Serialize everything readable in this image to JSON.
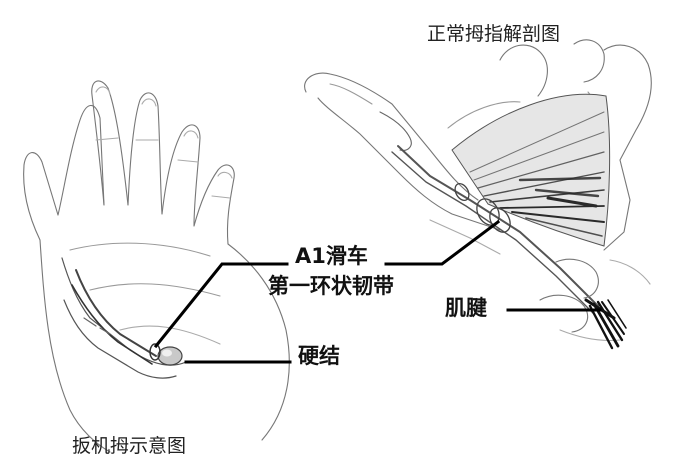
{
  "labels": {
    "normal_thumb": "正常拇指解剖图",
    "trigger_thumb": "扳机拇示意图",
    "a1_pulley": "A1滑车",
    "first_annular": "第一环状韧带",
    "tendon": "肌腱",
    "nodule": "硬结"
  },
  "colors": {
    "line": "#000000",
    "sketch": "#666666",
    "shading": "#2a2a2a"
  }
}
